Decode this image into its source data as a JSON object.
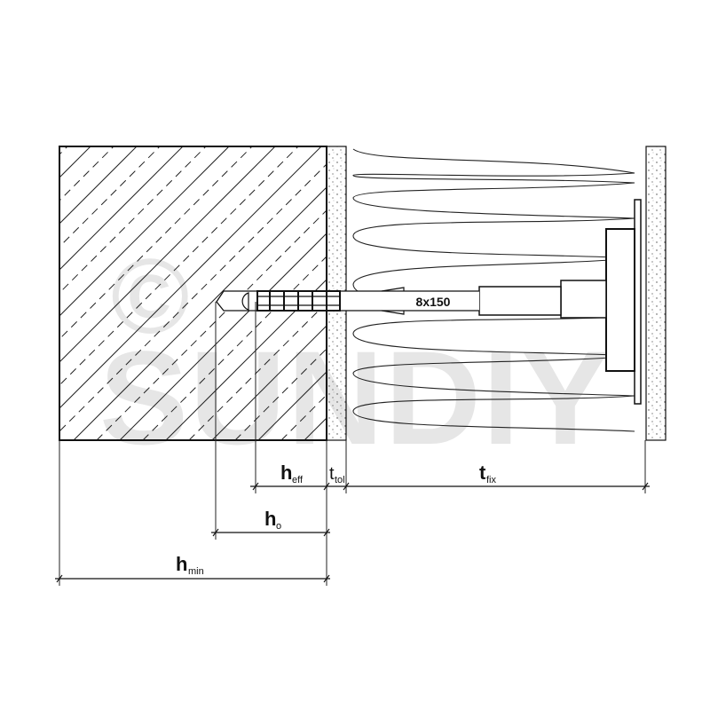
{
  "watermark": {
    "symbol": "©",
    "text": "SUNDIY",
    "color": "#e4e4e4"
  },
  "anchor": {
    "size_label": "8x150"
  },
  "dimensions": {
    "h_eff": {
      "main": "h",
      "sub": "eff"
    },
    "t_tol": {
      "main": "t",
      "sub": "tol"
    },
    "t_fix": {
      "main": "t",
      "sub": "fix"
    },
    "h_o": {
      "main": "h",
      "sub": "o"
    },
    "h_min": {
      "main": "h",
      "sub": "min"
    }
  }
}
